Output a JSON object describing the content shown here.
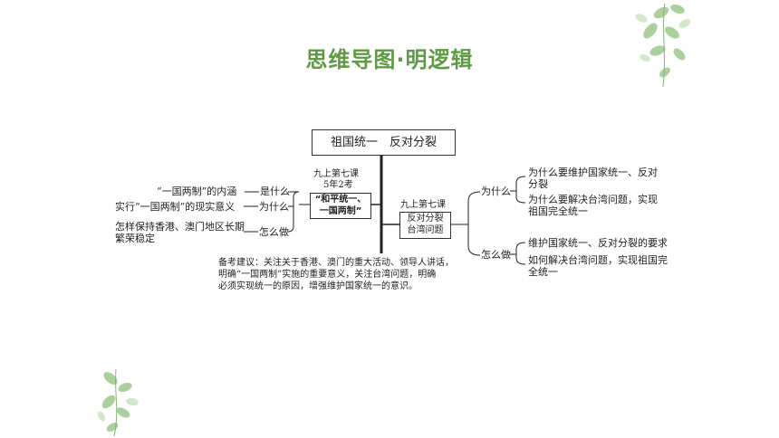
{
  "title": "思维导图·明逻辑",
  "root": "祖国统一　反对分裂",
  "left_branch": {
    "caption_1": "九上第七课",
    "caption_2": "5年2考",
    "box_line1": "“和平统一、",
    "box_line2": "一国两制”",
    "items": [
      {
        "question": "“一国两制”的内涵",
        "connector": "是什么"
      },
      {
        "question": "实行“一国两制”的现实意义",
        "connector": "为什么"
      },
      {
        "question_line1": "怎样保持香港、澳门地区长期",
        "question_line2": "繁荣稳定",
        "connector": "怎么做"
      }
    ]
  },
  "right_branch": {
    "caption": "九上第七课",
    "box_line1": "反对分裂",
    "box_line2": "台湾问题",
    "why": {
      "label": "为什么",
      "item1_line1": "为什么要维护国家统一、反对",
      "item1_line2": "分裂",
      "item2_line1": "为什么要解决台湾问题，实现",
      "item2_line2": "祖国完全统一"
    },
    "how": {
      "label": "怎么做",
      "item1": "维护国家统一、反对分裂的要求",
      "item2_line1": "如何解决台湾问题，实现祖国完",
      "item2_line2": "全统一"
    }
  },
  "note": {
    "line1": "备考建议：关注关于香港、澳门的重大活动、领导人讲话，",
    "line2": "明确“一国两制”实施的重要意义，关注台湾问题，明确",
    "line3": "必须实现统一的原因，增强维护国家统一的意识。"
  }
}
